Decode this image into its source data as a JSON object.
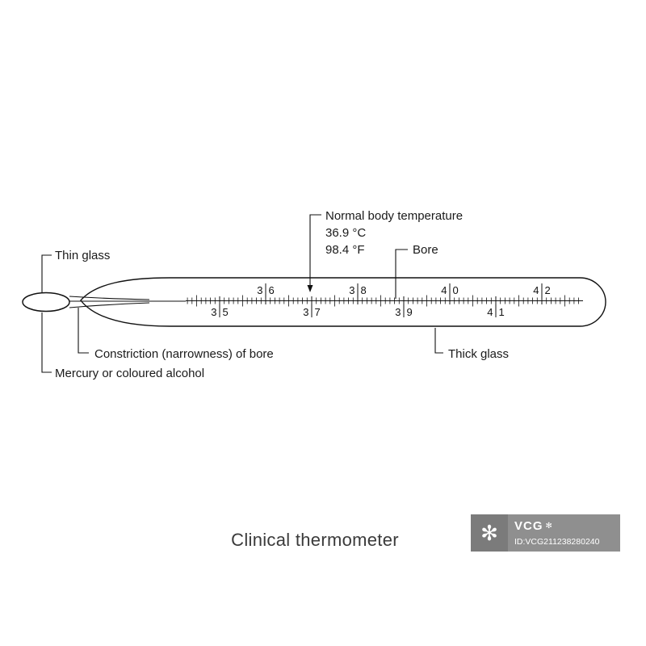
{
  "title": "Clinical thermometer",
  "labels": {
    "thin_glass": "Thin glass",
    "normal_body_temp_line1": "Normal body temperature",
    "normal_body_temp_line2": "36.9 °C",
    "normal_body_temp_line3": "98.4 °F",
    "bore": "Bore",
    "thick_glass": "Thick glass",
    "constriction": "Constriction (narrowness) of bore",
    "mercury": "Mercury or coloured alcohol"
  },
  "scale": {
    "degrees": [
      "35",
      "36",
      "37",
      "38",
      "39",
      "40",
      "41",
      "42"
    ]
  },
  "watermark": {
    "logo_flower": "✻",
    "logo_text": "VCG",
    "small_flower": "✻",
    "id_text": "ID:VCG211238280240"
  },
  "colors": {
    "line": "#111111",
    "text": "#1a1a1a",
    "title": "#3a3a3a",
    "watermark_bg": "#808080"
  }
}
